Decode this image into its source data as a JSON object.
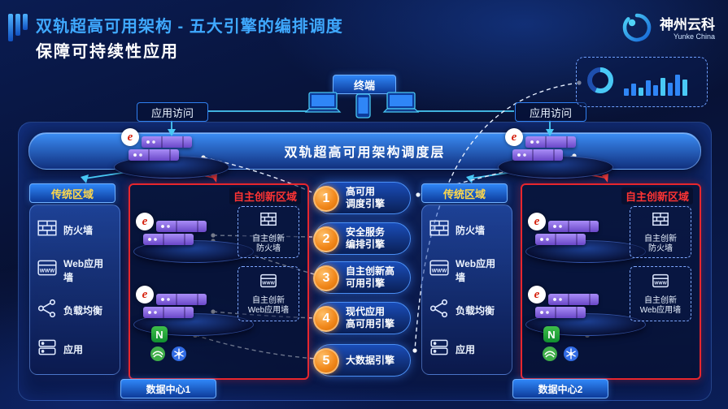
{
  "header": {
    "title": "双轨超高可用架构  -  五大引擎的编排调度",
    "subtitle": "保障可持续性应用",
    "brand": "神州云科",
    "brand_en": "Yunke China"
  },
  "top": {
    "terminal": "终端",
    "access_left": "应用访问",
    "access_right": "应用访问"
  },
  "scheduler": {
    "label": "双轨超高可用架构调度层"
  },
  "engines": [
    {
      "num": "1",
      "label": "高可用\n调度引擎"
    },
    {
      "num": "2",
      "label": "安全服务\n编排引擎"
    },
    {
      "num": "3",
      "label": "自主创新高\n可用引擎"
    },
    {
      "num": "4",
      "label": "现代应用\n高可用引擎"
    },
    {
      "num": "5",
      "label": "大数据引擎"
    }
  ],
  "dc1": {
    "zone_traditional": "传统区域",
    "items": [
      "防火墙",
      "Web应用墙",
      "负载均衡",
      "应用"
    ],
    "zone_innovation": "自主创新区域",
    "innovation_boxes": [
      "自主创新\n防火墙",
      "自主创新\nWeb应用墙"
    ],
    "footer": "数据中心1"
  },
  "dc2": {
    "zone_traditional": "传统区域",
    "items": [
      "防火墙",
      "Web应用墙",
      "负载均衡",
      "应用"
    ],
    "zone_innovation": "自主创新区域",
    "innovation_boxes": [
      "自主创新\n防火墙",
      "自主创新\nWeb应用墙"
    ],
    "footer": "数据中心2"
  }
}
